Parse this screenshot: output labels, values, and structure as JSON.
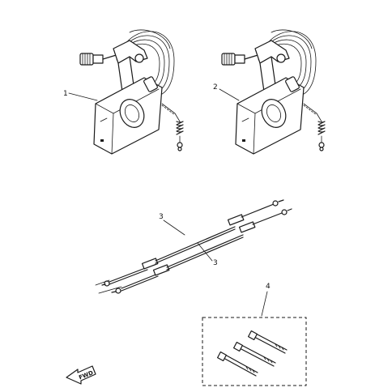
{
  "callouts": {
    "part1": "1",
    "part2": "2",
    "part3a": "3",
    "part3b": "3",
    "part4": "4"
  },
  "direction_label": "FWD"
}
